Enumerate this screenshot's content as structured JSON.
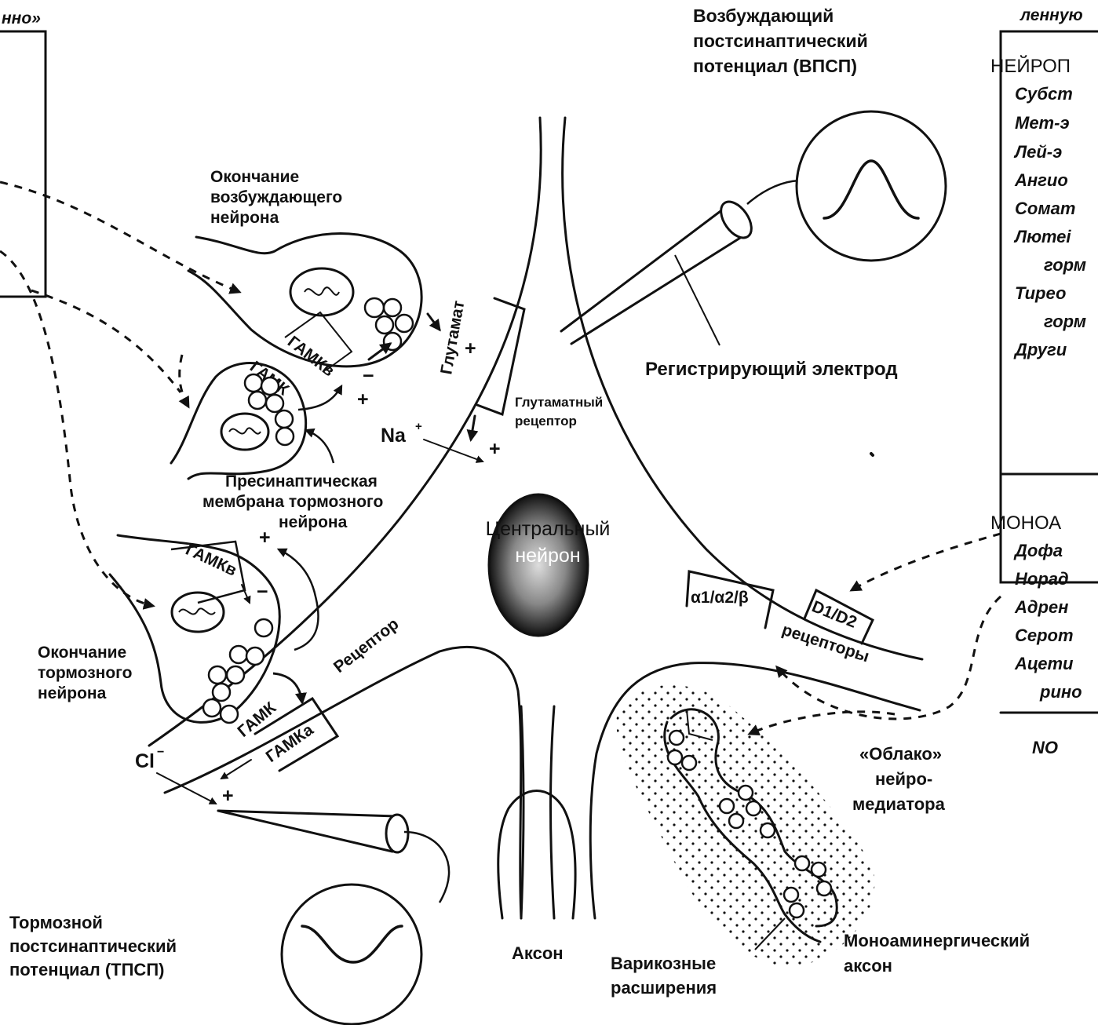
{
  "labels": {
    "epsp": [
      "Возбуждающий",
      "постсинаптический",
      "потенциал (ВПСП)"
    ],
    "excitatory_terminal": [
      "Окончание",
      "возбуждающего",
      "нейрона"
    ],
    "gabab_upper": "ГАМКв",
    "gaba_upper": "ГАМК",
    "glutamate": "Глутамат",
    "glutamate_receptor": [
      "Глутаматный",
      "рецептор"
    ],
    "sodium": "Na",
    "sodium_charge": "+",
    "presynaptic_membrane": [
      "Пресинаптическая",
      "мембрана тормозного",
      "нейрона"
    ],
    "central_neuron": [
      "Центральный",
      "нейрон"
    ],
    "recording_electrode": "Регистрирующий электрод",
    "gabab_lower": "ГАМКв",
    "inhibitory_terminal": [
      "Окончание",
      "тормозного",
      "нейрона"
    ],
    "gaba_lower": "ГАМК",
    "gabaa": "ГАМКа",
    "receptor": "Рецептор",
    "chloride": "Cl",
    "chloride_charge": "−",
    "ipsp": [
      "Тормозной",
      "постсинаптический",
      "потенциал (ТПСП)"
    ],
    "axon": "Аксон",
    "varicosities": [
      "Варикозные",
      "расширения"
    ],
    "monoaminergic_axon": [
      "Моноаминергический",
      "аксон"
    ],
    "neurotransmitter_cloud": [
      "«Облако»",
      "нейро-",
      "медиатора"
    ],
    "adrenergic_receptors": "α1/α2/β",
    "dopamine_receptors": "D1/D2",
    "receptors_word": "рецепторы",
    "plus": "+",
    "minus": "−"
  },
  "left_table": {
    "header_fragment": "нно»"
  },
  "right_table": {
    "header_fragment": "ленную",
    "neuropeptides_heading": "НЕЙРОП",
    "neuropeptides": [
      "Субст",
      "Мет-э",
      "Лей-э",
      "Ангио",
      "Сомат",
      "Лютеі",
      "горм",
      "Тирео",
      "горм",
      "Други"
    ],
    "monoamines_heading": "МОНОА",
    "monoamines": [
      "Дофа",
      "Норад",
      "Адрен",
      "Серот",
      "Ацети",
      "рино"
    ],
    "no_cell": "NO"
  }
}
